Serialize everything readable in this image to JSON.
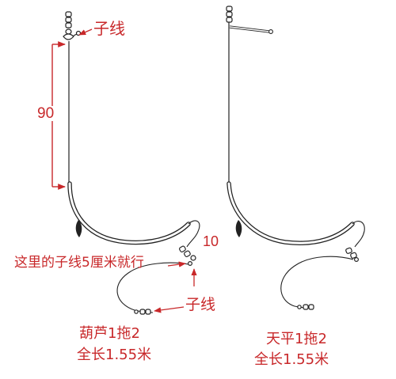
{
  "colors": {
    "accent_red": "#c8282a",
    "line": "#222222"
  },
  "left_rig": {
    "branch_line_label_top": "子线",
    "dimension_value": "90",
    "dimension_value_small": "10",
    "note_text": "这里的子线5厘米就行",
    "branch_line_label_bottom": "子线",
    "rig_name": "葫芦1拖2",
    "total_length": "全长1.55米"
  },
  "right_rig": {
    "rig_name": "天平1拖2",
    "total_length": "全长1.55米"
  }
}
